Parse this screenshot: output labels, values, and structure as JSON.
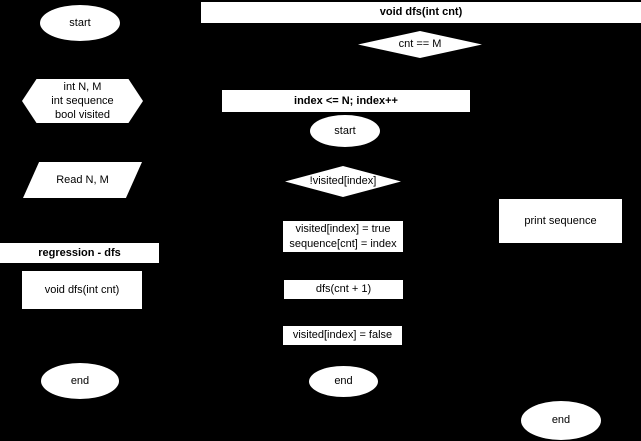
{
  "canvas": {
    "background_color": "#000000",
    "shape_fill_color": "#ffffff",
    "text_color": "#000000"
  },
  "main_flow": {
    "start_label": "start",
    "declaration_lines": [
      "int N, M",
      "int sequence",
      "bool visited"
    ],
    "read_label": "Read N, M",
    "section_header_label": "regression - dfs",
    "function_call_label": "void dfs(int cnt)",
    "end_label": "end"
  },
  "dfs_function": {
    "header_label": "void dfs(int cnt)",
    "base_condition_label": "cnt == M",
    "loop_header_label": "index <= N; index++",
    "loop_start_label": "start",
    "guard_condition_label": "!visited[index]",
    "assignment_lines": [
      "visited[index] = true",
      "sequence[cnt] = index"
    ],
    "recursive_call_label": "dfs(cnt + 1)",
    "restore_label": "visited[index] = false",
    "loop_end_label": "end"
  },
  "output_flow": {
    "print_label": "print sequence",
    "end_label": "end"
  }
}
